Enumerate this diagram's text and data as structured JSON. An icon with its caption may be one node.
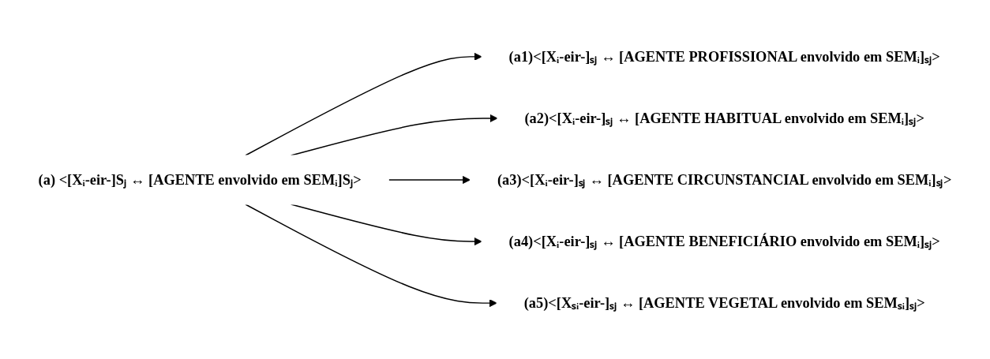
{
  "diagram": {
    "nodes": [
      {
        "text": [
          "(a) <[Xᵢ-eir-]Sⱼ ↔ [AGENTE envolvido em SEMᵢ]Sⱼ>"
        ]
      },
      {
        "text": [
          "(a1)<[Xᵢ-eir-]ₛⱼ ↔ [AGENTE PROFISSIONAL envolvido em SEMᵢ]ₛⱼ>"
        ]
      },
      {
        "text": [
          "(a2)<[Xᵢ-eir-]ₛⱼ ↔ [AGENTE HABITUAL envolvido em SEMᵢ]ₛⱼ>"
        ]
      },
      {
        "text": [
          "(a3)<[Xᵢ-eir-]ₛⱼ ↔ [AGENTE CIRCUNSTANCIAL envolvido em SEMᵢ]ₛⱼ>"
        ]
      },
      {
        "text": [
          "(a4)<[Xᵢ-eir-]ₛⱼ ↔ [AGENTE BENEFICIÁRIO envolvido em SEMᵢ]ₛⱼ>"
        ]
      },
      {
        "text": [
          "(a5)<[Xₛᵢ-eir-]ₛⱼ ↔ [AGENTE VEGETAL envolvido em SEMₛᵢ]ₛⱼ>"
        ]
      }
    ],
    "edges": [
      {
        "from": 0,
        "to": 1,
        "arrow": "to"
      },
      {
        "from": 0,
        "to": 2,
        "arrow": "to"
      },
      {
        "from": 0,
        "to": 3,
        "arrow": "to"
      },
      {
        "from": 0,
        "to": 4,
        "arrow": "to"
      },
      {
        "from": 0,
        "to": 5,
        "arrow": "to"
      }
    ]
  }
}
